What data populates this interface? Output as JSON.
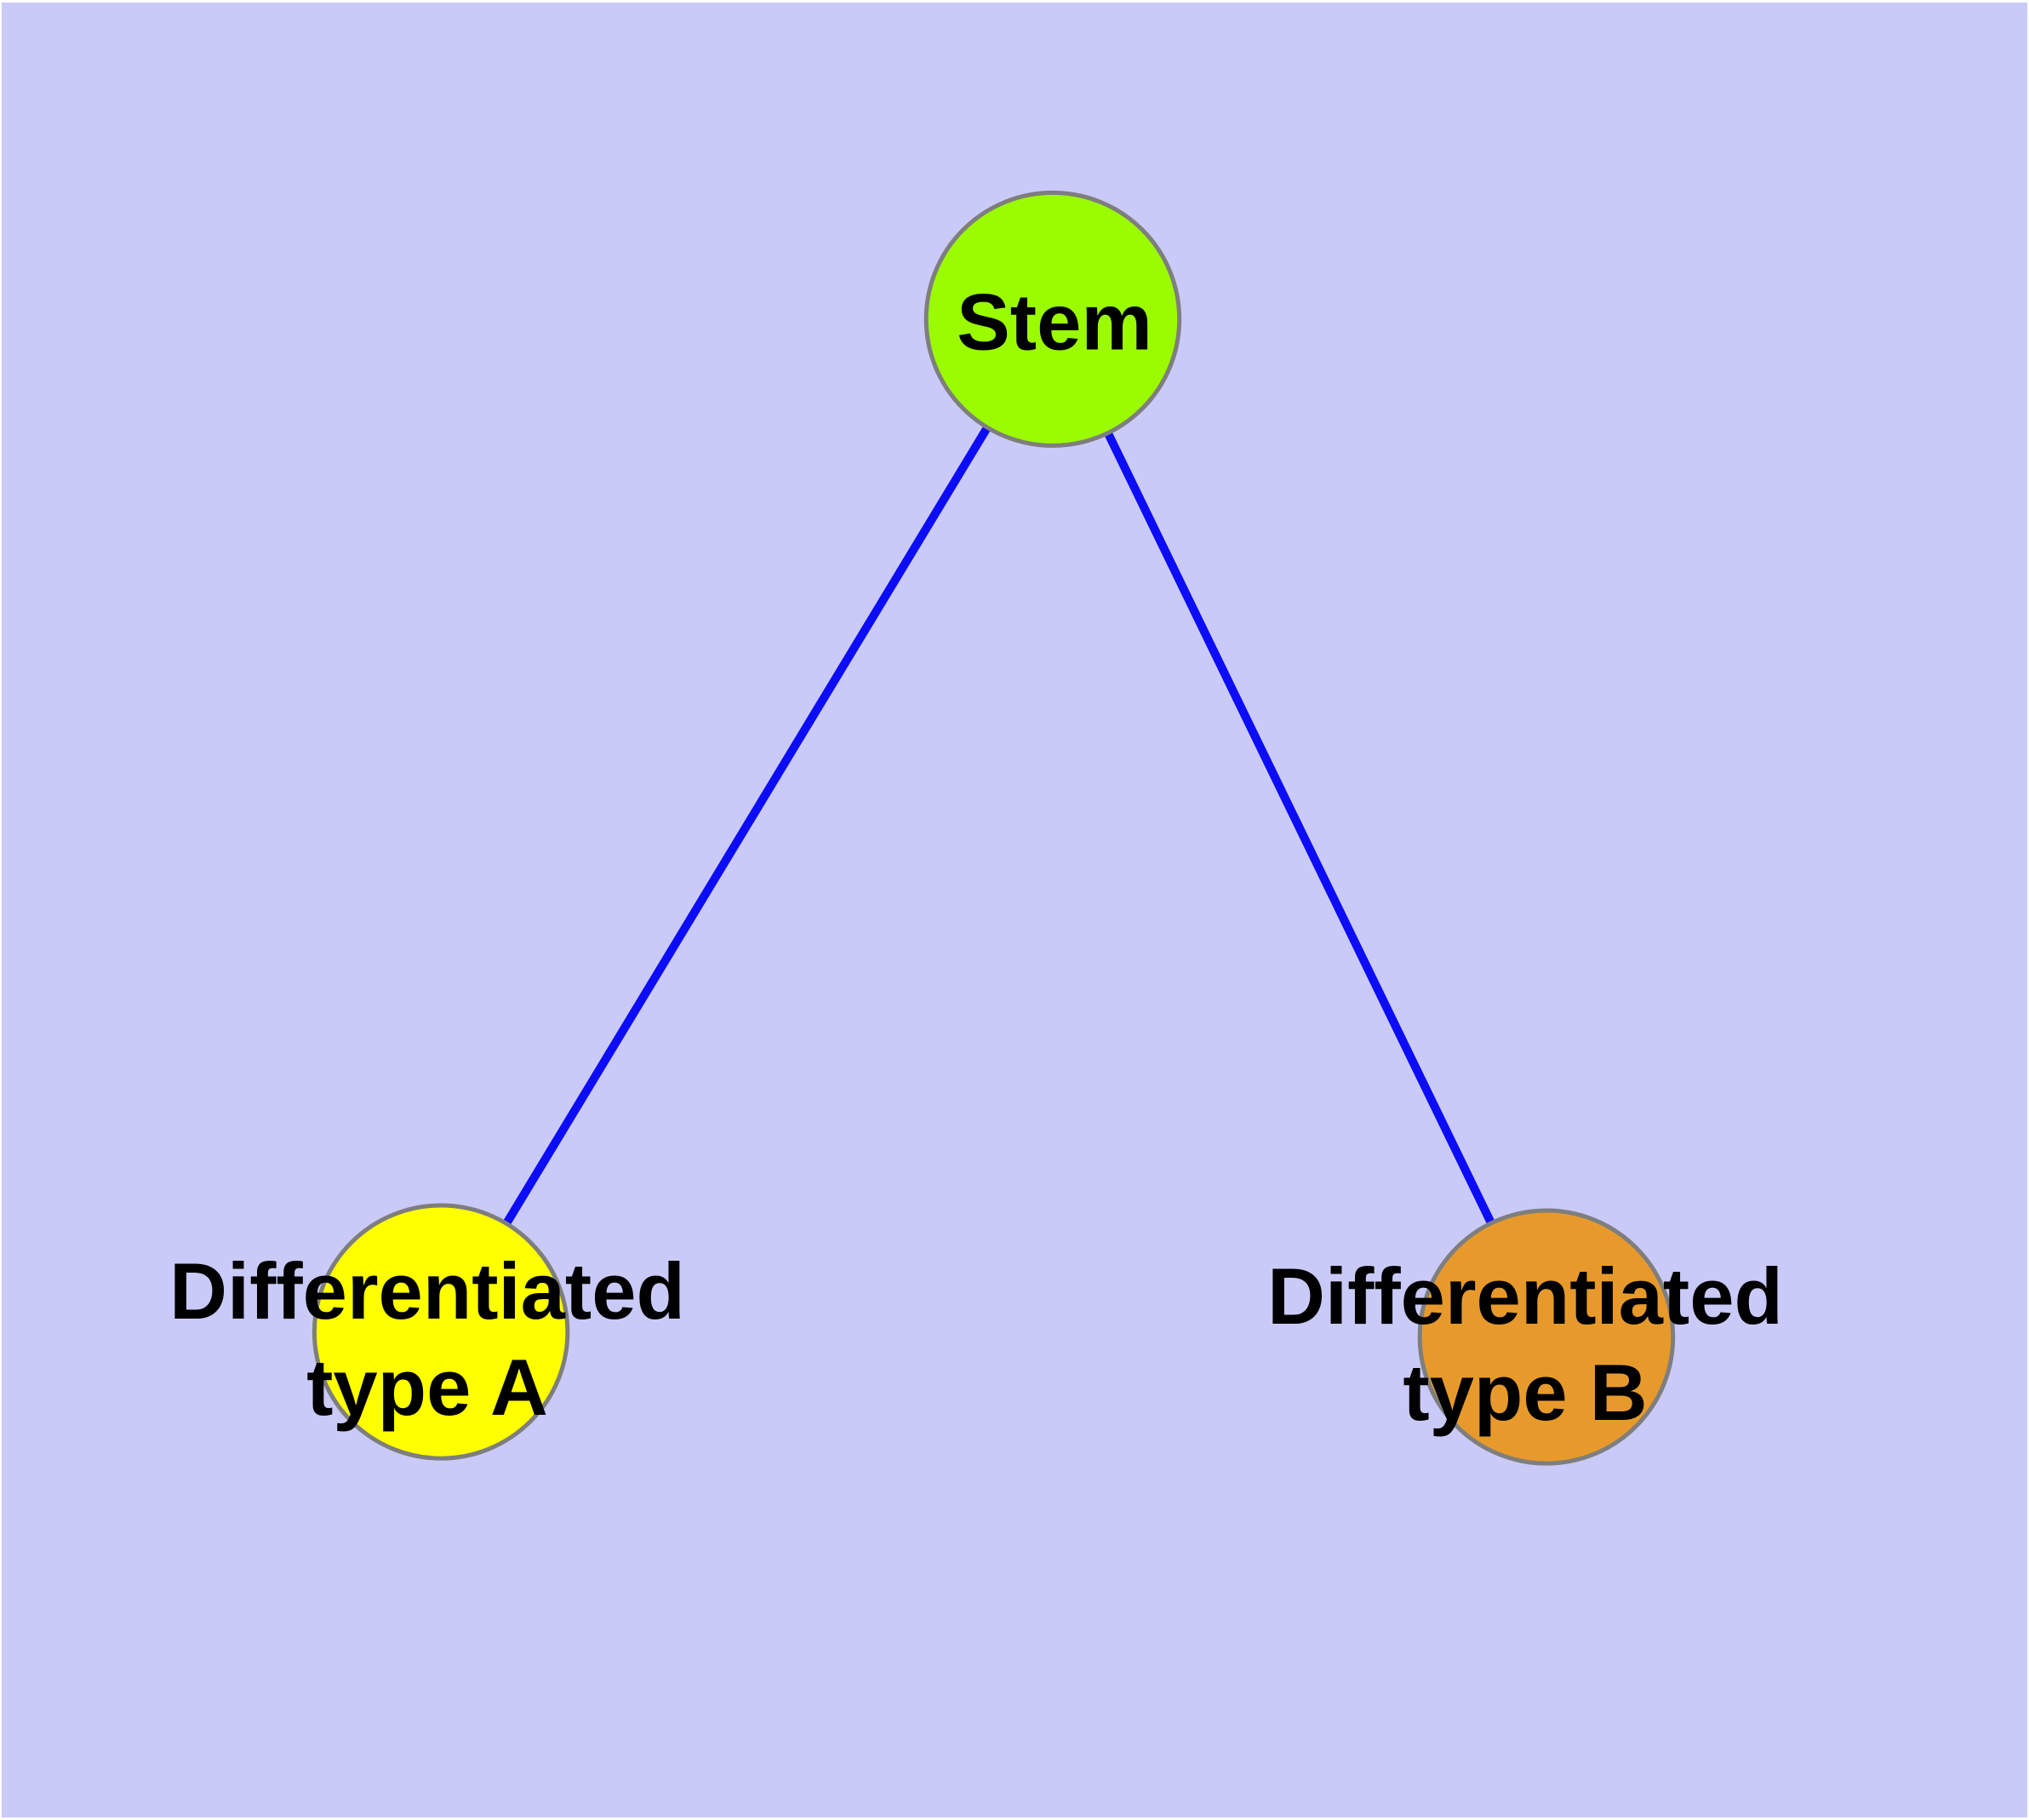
{
  "diagram": {
    "background_color": "#CACAF8",
    "frame_color": "#FFFFFF",
    "edge_color": "#0C0CF6",
    "node_border_color": "#7E7E7E",
    "label_color": "#000000",
    "nodes": [
      {
        "id": "stem",
        "label": "Stem",
        "color": "#9BFB00"
      },
      {
        "id": "type-a",
        "label_line1": "Differentiated",
        "label_line2": "type A",
        "color": "#FFFF00"
      },
      {
        "id": "type-b",
        "label_line1": "Differentiated",
        "label_line2": "type B",
        "color": "#E79A2B"
      }
    ],
    "edges": [
      {
        "from": "Stem",
        "to": "Differentiated type A"
      },
      {
        "from": "Stem",
        "to": "Differentiated type B"
      }
    ]
  }
}
